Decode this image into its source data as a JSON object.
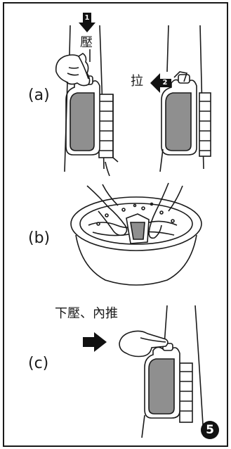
{
  "panel_a": {
    "label": "(a)",
    "step1_badge": "1",
    "step1_text": "壓",
    "step2_badge": "2",
    "step2_text": "拉"
  },
  "panel_b": {
    "label": "(b)"
  },
  "panel_c": {
    "label": "(c)",
    "instruction": "下壓、內推"
  },
  "step_number": "5",
  "colors": {
    "stroke": "#1a1a1a",
    "tank_fill": "#8f8f8f",
    "background": "#ffffff"
  }
}
